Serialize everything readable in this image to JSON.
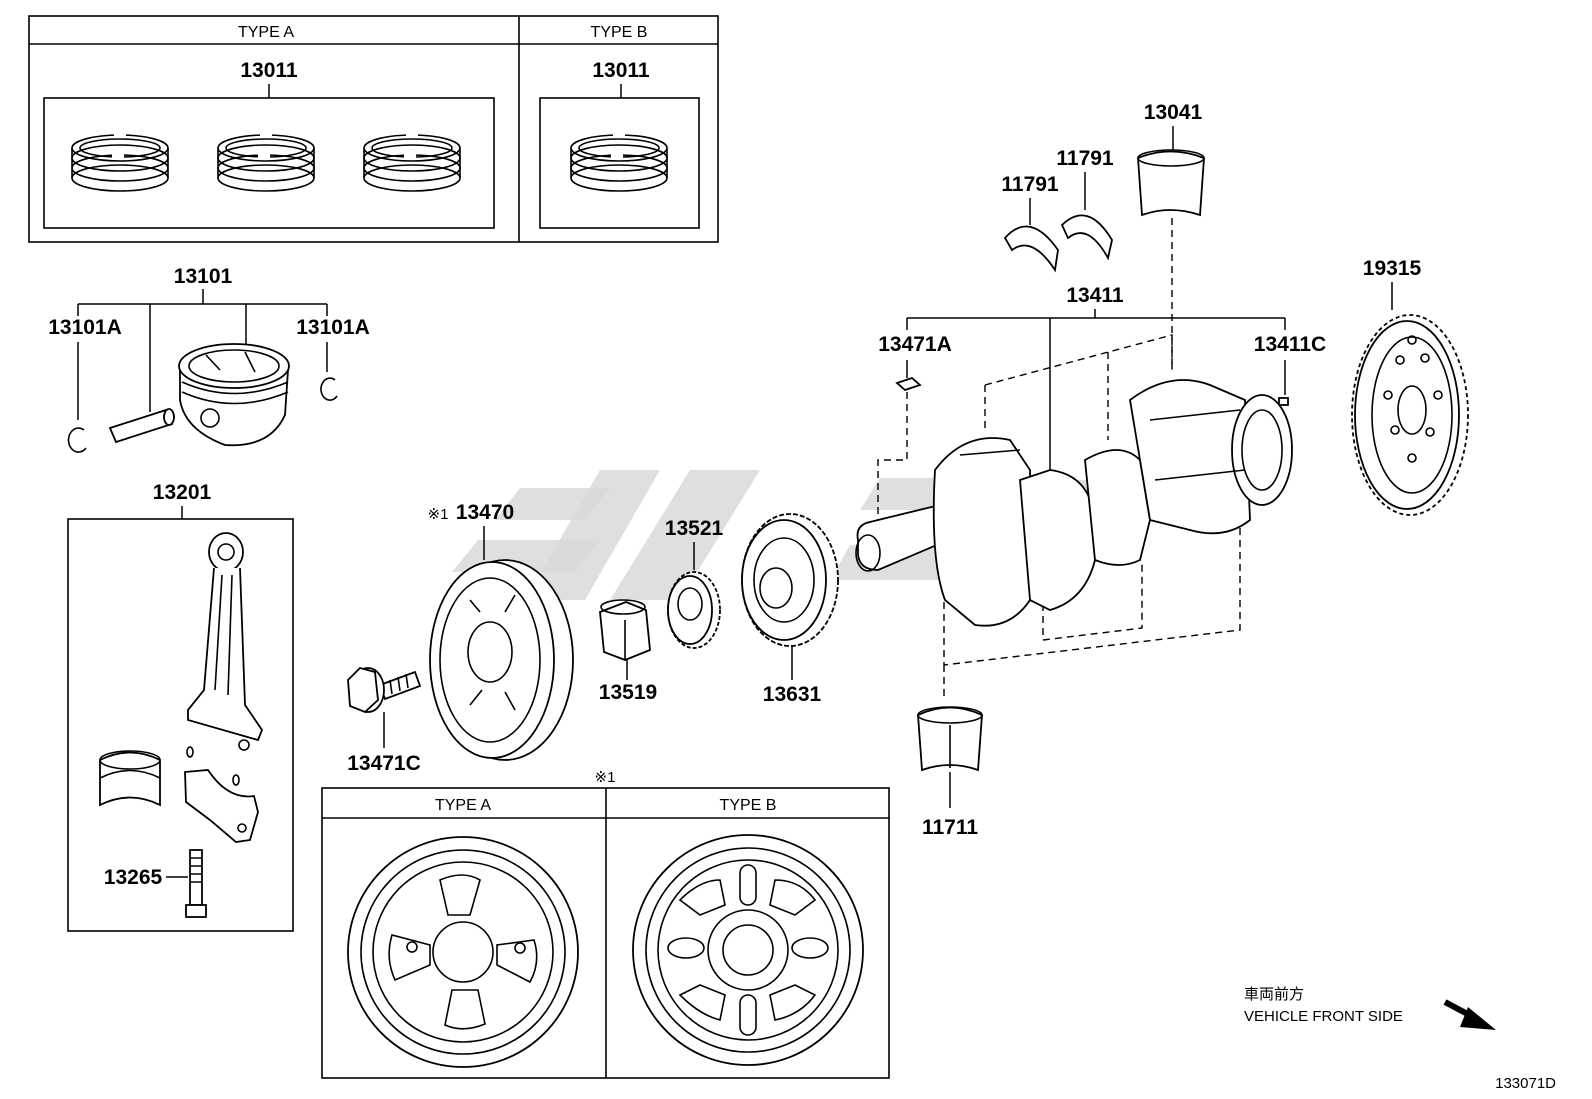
{
  "labels": {
    "ring_set_a": "13011",
    "ring_set_b": "13011",
    "piston_assy": "13101",
    "snap_ring_left": "13101A",
    "snap_ring_right": "13101A",
    "conrod_assy": "13201",
    "conrod_bolt": "13265",
    "pulley": "13470",
    "pulley_bolt": "13471C",
    "pulley_key": "13471A",
    "pulley_mark": "※1",
    "collar": "13519",
    "sprocket": "13521",
    "gear": "13631",
    "crankshaft": "13411",
    "crank_pin": "13411C",
    "thrust_washer_1": "11791",
    "thrust_washer_2": "11791",
    "upper_bearing": "13041",
    "main_bearing": "11711",
    "timing_rotor": "19315"
  },
  "headers": {
    "ring_type_a": "TYPE A",
    "ring_type_b": "TYPE B",
    "pulley_type_a": "TYPE A",
    "pulley_type_b": "TYPE B",
    "pulley_box_mark": "※1"
  },
  "orientation": {
    "jp": "車両前方",
    "en": "VEHICLE FRONT SIDE"
  },
  "diagram_id": "133071D"
}
